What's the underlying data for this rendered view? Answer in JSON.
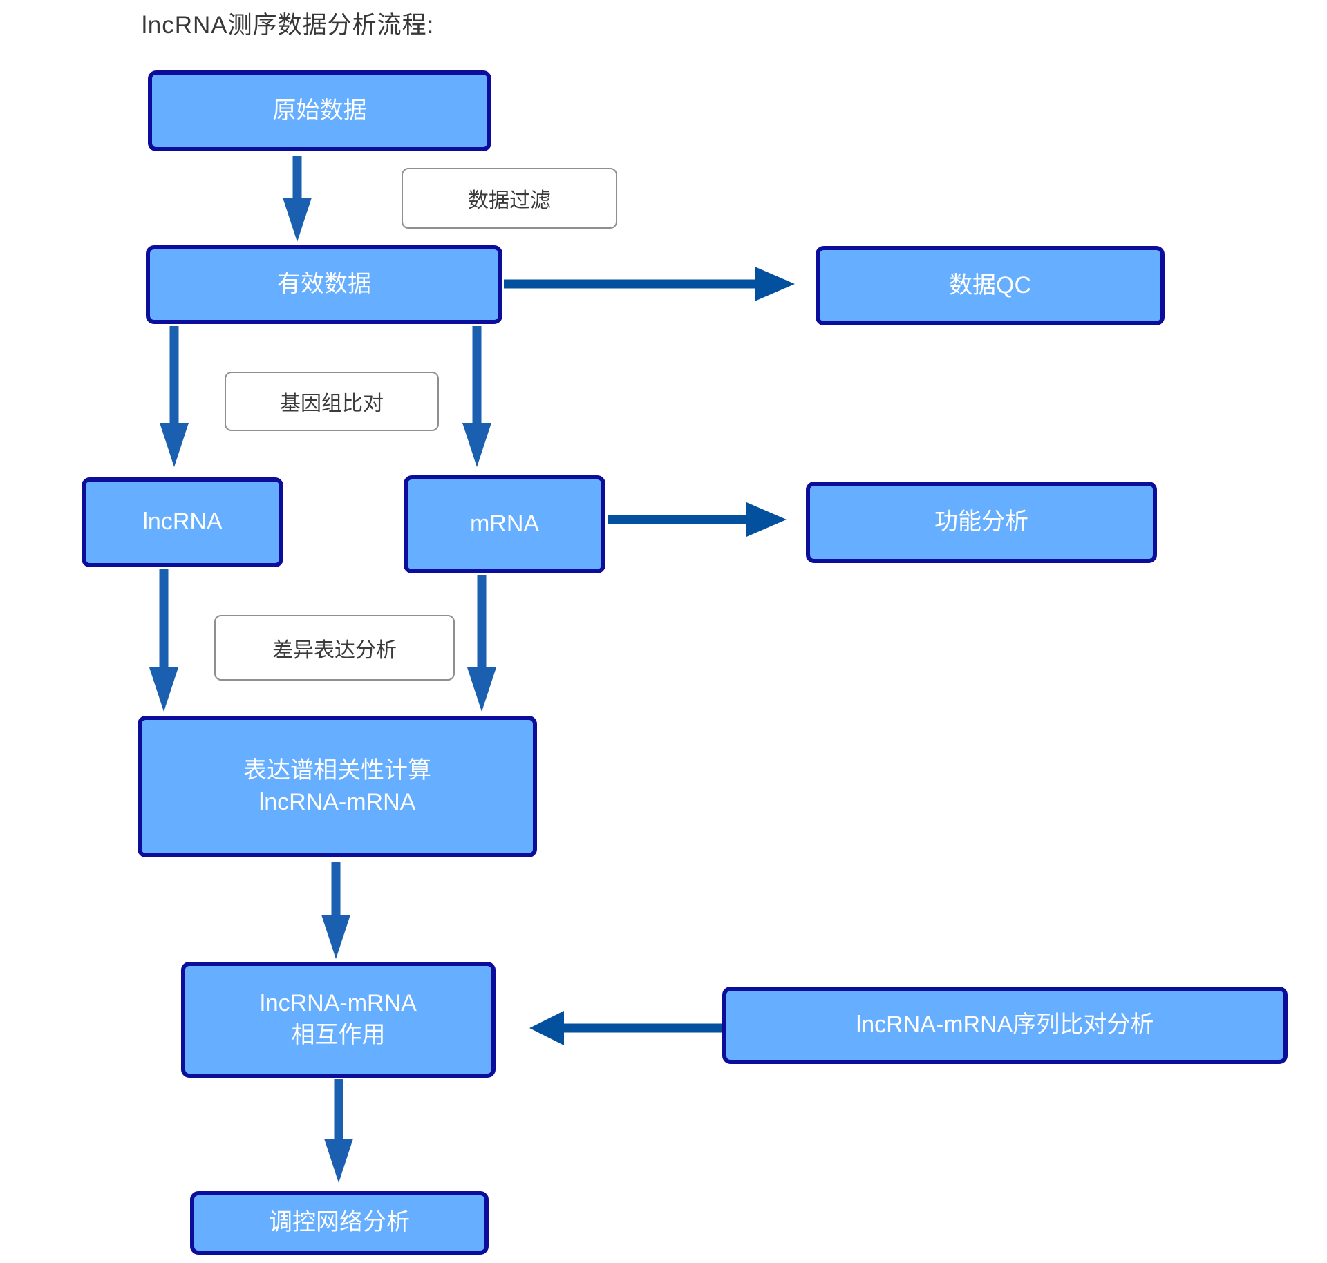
{
  "title": "lncRNA测序数据分析流程:",
  "nodes": {
    "raw": {
      "label": "原始数据"
    },
    "valid": {
      "label": "有效数据"
    },
    "qc": {
      "label": "数据QC"
    },
    "lncrna": {
      "label": "lncRNA"
    },
    "mrna": {
      "label": "mRNA"
    },
    "func": {
      "label": "功能分析"
    },
    "corr": {
      "line1": "表达谱相关性计算",
      "line2": "lncRNA-mRNA"
    },
    "inter": {
      "line1": "lncRNA-mRNA",
      "line2": "相互作用"
    },
    "seq": {
      "label": "lncRNA-mRNA序列比对分析"
    },
    "net": {
      "label": "调控网络分析"
    }
  },
  "edge_labels": {
    "filter": "数据过滤",
    "align": "基因组比对",
    "diff": "差异表达分析"
  },
  "colors": {
    "node_fill": "#66AEFF",
    "node_border": "#0D0D9C",
    "node_text": "#FFFFFF",
    "label_border": "#8F8F8F",
    "label_text": "#3B3B3B",
    "arrow_vertical": "#1A5FB0",
    "arrow_horizontal": "#03509E",
    "title_text": "#383838",
    "page_bg": "#FFFFFF"
  },
  "chart_data": {
    "type": "flowchart",
    "title": "lncRNA测序数据分析流程:",
    "nodes": [
      "原始数据",
      "有效数据",
      "数据QC",
      "lncRNA",
      "mRNA",
      "功能分析",
      "表达谱相关性计算 lncRNA-mRNA",
      "lncRNA-mRNA 相互作用",
      "lncRNA-mRNA序列比对分析",
      "调控网络分析"
    ],
    "edges": [
      {
        "from": "原始数据",
        "to": "有效数据",
        "label": "数据过滤"
      },
      {
        "from": "有效数据",
        "to": "数据QC",
        "label": ""
      },
      {
        "from": "有效数据",
        "to": "lncRNA",
        "label": "基因组比对"
      },
      {
        "from": "有效数据",
        "to": "mRNA",
        "label": "基因组比对"
      },
      {
        "from": "mRNA",
        "to": "功能分析",
        "label": ""
      },
      {
        "from": "lncRNA",
        "to": "表达谱相关性计算 lncRNA-mRNA",
        "label": "差异表达分析"
      },
      {
        "from": "mRNA",
        "to": "表达谱相关性计算 lncRNA-mRNA",
        "label": "差异表达分析"
      },
      {
        "from": "表达谱相关性计算 lncRNA-mRNA",
        "to": "lncRNA-mRNA 相互作用",
        "label": ""
      },
      {
        "from": "lncRNA-mRNA序列比对分析",
        "to": "lncRNA-mRNA 相互作用",
        "label": ""
      },
      {
        "from": "lncRNA-mRNA 相互作用",
        "to": "调控网络分析",
        "label": ""
      }
    ]
  }
}
